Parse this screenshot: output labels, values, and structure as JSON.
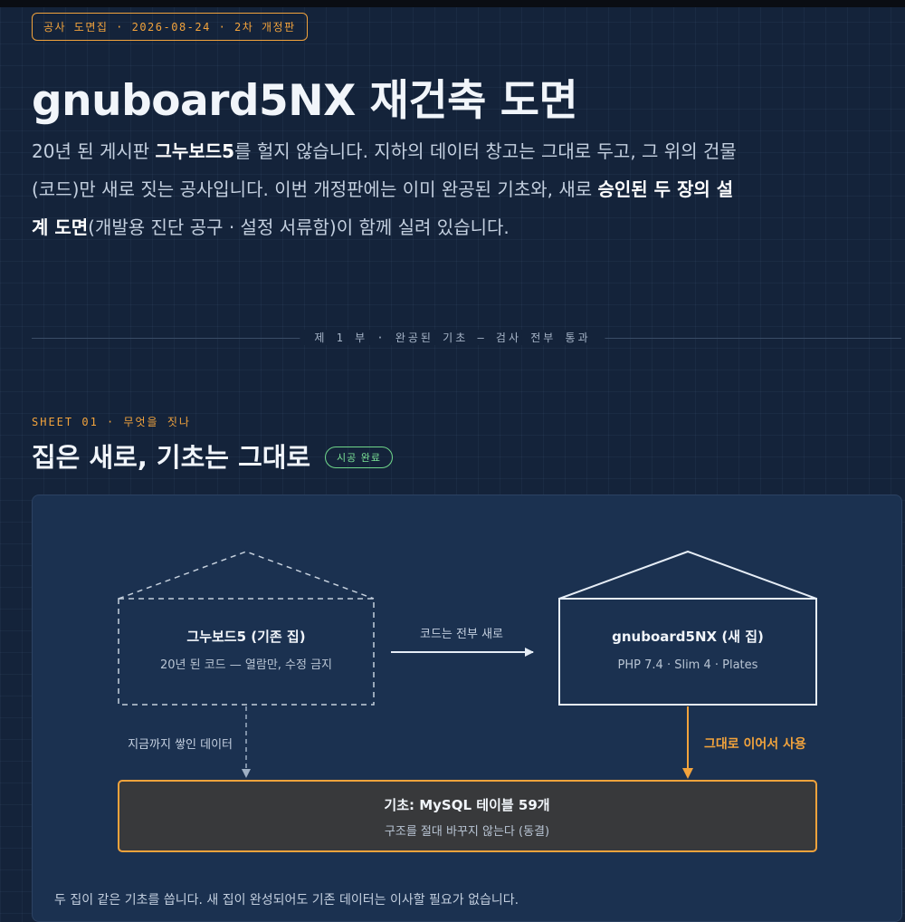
{
  "header": {
    "badge": "공사 도면집 · 2026-08-24 · 2차 개정판",
    "title": "gnuboard5NX 재건축 도면",
    "lead": {
      "t1": "20년 된 게시판 ",
      "b1": "그누보드5",
      "t2": "를 헐지 않습니다. 지하의 데이터 창고는 그대로 두고, 그 위의 건물(코드)만 새로 짓는 공사입니다. 이번 개정판에는 이미 완공된 기초와, 새로 ",
      "b2": "승인된 두 장의 설계 도면",
      "t3": "(개발용 진단 공구 · 설정 서류함)이 함께 실려 있습니다."
    }
  },
  "part_divider": "제 1 부 · 완공된 기초 — 검사 전부 통과",
  "sheet": {
    "label": "SHEET 01 · 무엇을 짓나",
    "title": "집은 새로, 기초는 그대로",
    "status": "시공 완료"
  },
  "diagram": {
    "old_house": {
      "title": "그누보드5 (기존 집)",
      "subtitle": "20년 된 코드 — 열람만, 수정 금지"
    },
    "new_house": {
      "title": "gnuboard5NX (새 집)",
      "subtitle": "PHP 7.4 · Slim 4 · Plates"
    },
    "arrow_code": "코드는 전부 새로",
    "arrow_data": "지금까지 쌓인 데이터",
    "arrow_reuse": "그대로 이어서 사용",
    "foundation": {
      "title": "기초: MySQL 테이블 59개",
      "subtitle": "구조를 절대 바꾸지 않는다 (동결)"
    },
    "colors": {
      "orange": "#f2a33c",
      "line": "#e6edf6",
      "dashed": "#c4cfdc"
    }
  },
  "caption": "두 집이 같은 기초를 씁니다. 새 집이 완성되어도 기존 데이터는 이사할 필요가 없습니다."
}
